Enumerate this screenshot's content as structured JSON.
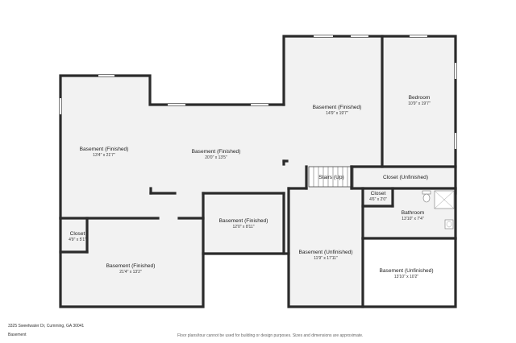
{
  "rooms": [
    {
      "name": "Bedroom",
      "dims": "10'9\" x 19'7\""
    },
    {
      "name": "Basement (Finished)",
      "dims": "14'9\" x 19'7\""
    },
    {
      "name": "Basement (Finished)",
      "dims": "13'4\" x 21'7\""
    },
    {
      "name": "Basement (Finished)",
      "dims": "20'0\" x 13'5\""
    },
    {
      "name": "Stairs (Up)",
      "dims": ""
    },
    {
      "name": "Closet (Unfinished)",
      "dims": ""
    },
    {
      "name": "Closet",
      "dims": "4'6\" x 2'0\""
    },
    {
      "name": "Bathroom",
      "dims": "13'10\" x 7'4\""
    },
    {
      "name": "Basement (Finished)",
      "dims": "12'0\" x 8'11\""
    },
    {
      "name": "Closet",
      "dims": "4'9\" x 5'1\""
    },
    {
      "name": "Basement (Finished)",
      "dims": "21'4\" x 13'2\""
    },
    {
      "name": "Basement (Unfinished)",
      "dims": "11'9\" x 17'11\""
    },
    {
      "name": "Basement (Unfinished)",
      "dims": "13'10\" x 10'2\""
    }
  ],
  "footer": {
    "address": "3325 Sweetwater Dr, Cumming, GA 30041",
    "floor": "Basement",
    "disclaimer": "Floor plans/tour cannot be used for building or design purposes. Sizes and dimensions are approximate."
  },
  "icons": [
    "toilet-icon",
    "shower-icon",
    "sink-icon",
    "stairs-icon"
  ]
}
